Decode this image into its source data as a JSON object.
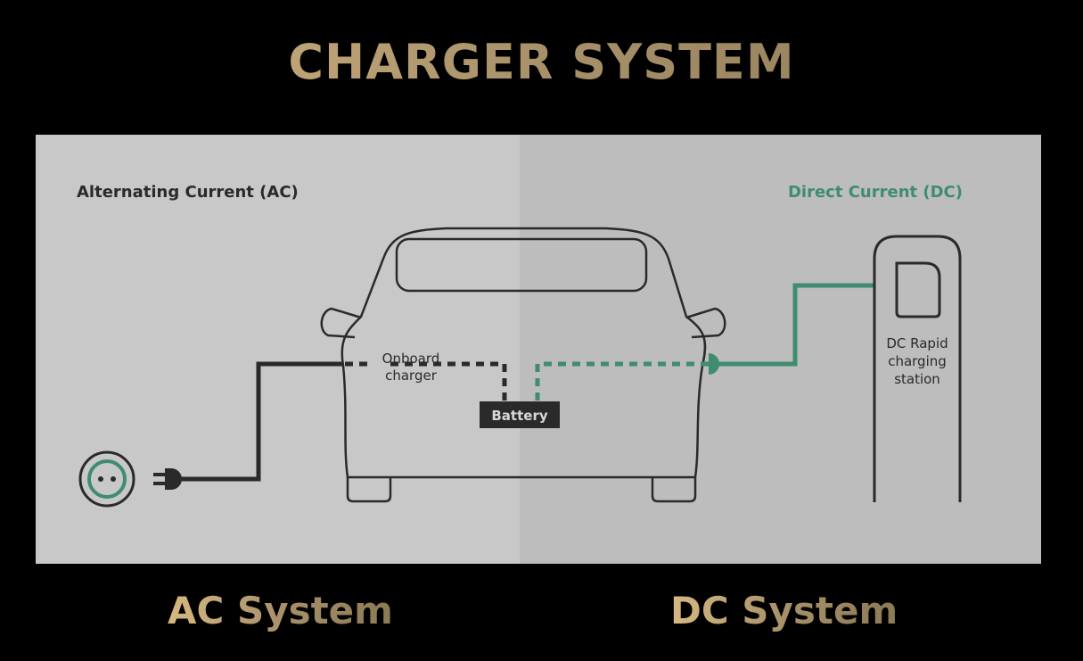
{
  "title": "CHARGER SYSTEM",
  "diagram": {
    "ac_heading": "Alternating Current (AC)",
    "dc_heading": "Direct Current (DC)",
    "onboard_line1": "Onboard",
    "onboard_line2": "charger",
    "battery": "Battery",
    "station_line1": "DC Rapid",
    "station_line2": "charging",
    "station_line3": "station"
  },
  "captions": {
    "ac": "AC System",
    "dc": "DC System"
  },
  "colors": {
    "accent_green": "#3f8c6e",
    "gold": "#c8ab78",
    "line": "#2a2a2a"
  }
}
